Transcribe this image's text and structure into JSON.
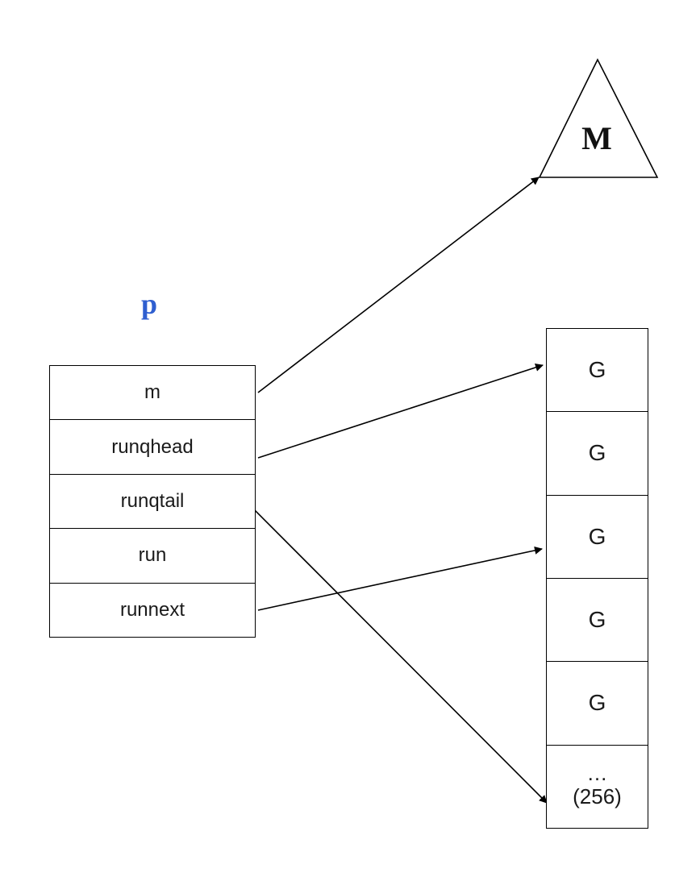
{
  "m_node": {
    "label": "M"
  },
  "p_struct": {
    "title": "p",
    "rows": [
      "m",
      "runqhead",
      "runqtail",
      "run",
      "runnext"
    ]
  },
  "run_queue": {
    "cells": [
      "G",
      "G",
      "G",
      "G",
      "G"
    ],
    "overflow_cell": {
      "ellipsis": "…",
      "capacity": "(256)"
    }
  },
  "colors": {
    "p_title": "#2f5fd0",
    "stroke": "#000000",
    "background": "#ffffff"
  }
}
